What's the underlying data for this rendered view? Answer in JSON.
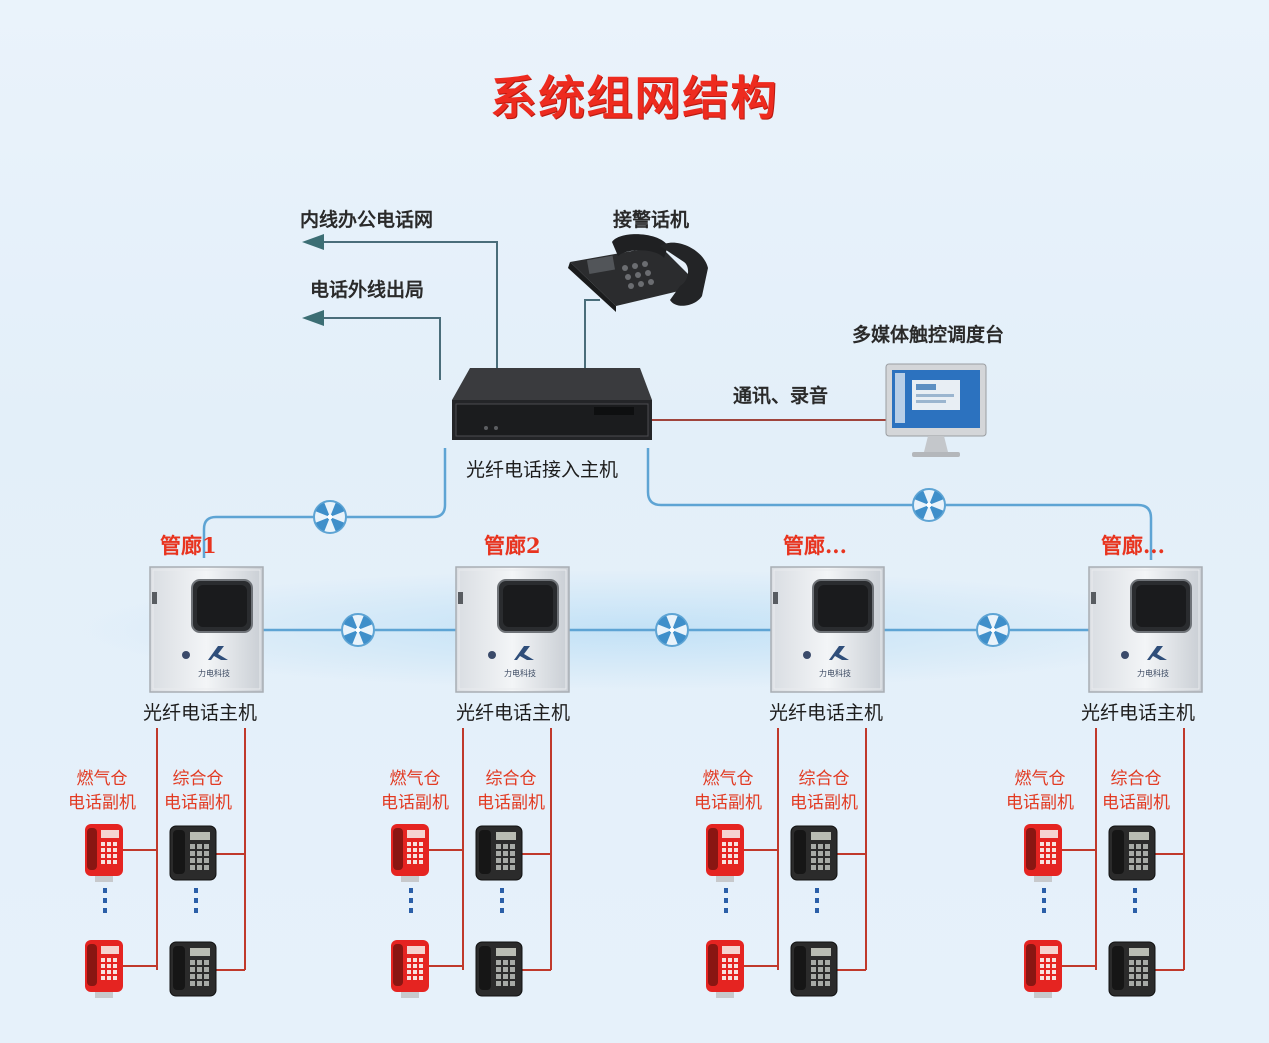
{
  "title": "系统组网结构",
  "top_labels": {
    "intranet": "内线办公电话网",
    "outside_line": "电话外线出局",
    "alarm_phone": "接警话机",
    "console": "多媒体触控调度台",
    "comm_record": "通讯、录音",
    "access_host": "光纤电话接入主机"
  },
  "corridors": [
    {
      "name": "管廊1",
      "host_label": "光纤电话主机"
    },
    {
      "name": "管廊2",
      "host_label": "光纤电话主机"
    },
    {
      "name": "管廊...",
      "host_label": "光纤电话主机"
    },
    {
      "name": "管廊...",
      "host_label": "光纤电话主机"
    }
  ],
  "extension_labels": {
    "gas_line1": "燃气仓",
    "gas_line2": "电话副机",
    "comp_line1": "综合仓",
    "comp_line2": "电话副机"
  },
  "box_brand": "力电科技",
  "colors": {
    "title": "#ee2b1f",
    "fiber_line": "#5ea4d4",
    "wire_red": "#c0392b",
    "phone_red": "#e52421",
    "phone_dark": "#2b2b2b"
  }
}
